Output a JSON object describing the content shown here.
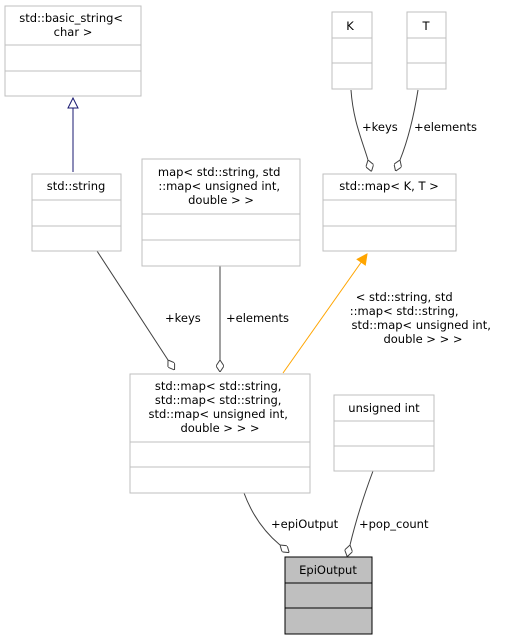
{
  "colors": {
    "box_border": "#bfbfbf",
    "highlight_fill": "#bfbfbf",
    "highlight_border": "#000000",
    "edge_dark": "#404040",
    "edge_inherit": "#191970",
    "edge_template": "#ffa500"
  },
  "classes": {
    "basic_string": [
      "std::basic_string<",
      "char >"
    ],
    "k": [
      "K"
    ],
    "t": [
      "T"
    ],
    "std_string": [
      "std::string"
    ],
    "map_inner": [
      "map< std::string, std",
      "::map< unsigned int,",
      "double > >"
    ],
    "std_map_kt": [
      "std::map< K, T >"
    ],
    "outer_map": [
      "std::map< std::string,",
      "std::map< std::string,",
      "std::map< unsigned int,",
      "double > > >"
    ],
    "unsigned_int": [
      "unsigned int"
    ],
    "epi_output": [
      "EpiOutput"
    ]
  },
  "edge_labels": {
    "keys_kt": "+keys",
    "elements_kt": "+elements",
    "keys_outer": "+keys",
    "elements_outer": "+elements",
    "template_args": [
      "< std::string, std",
      "::map< std::string,",
      "std::map< unsigned int,",
      "double > > >"
    ],
    "epi_output": "+epiOutput",
    "pop_count": "+pop_count"
  }
}
